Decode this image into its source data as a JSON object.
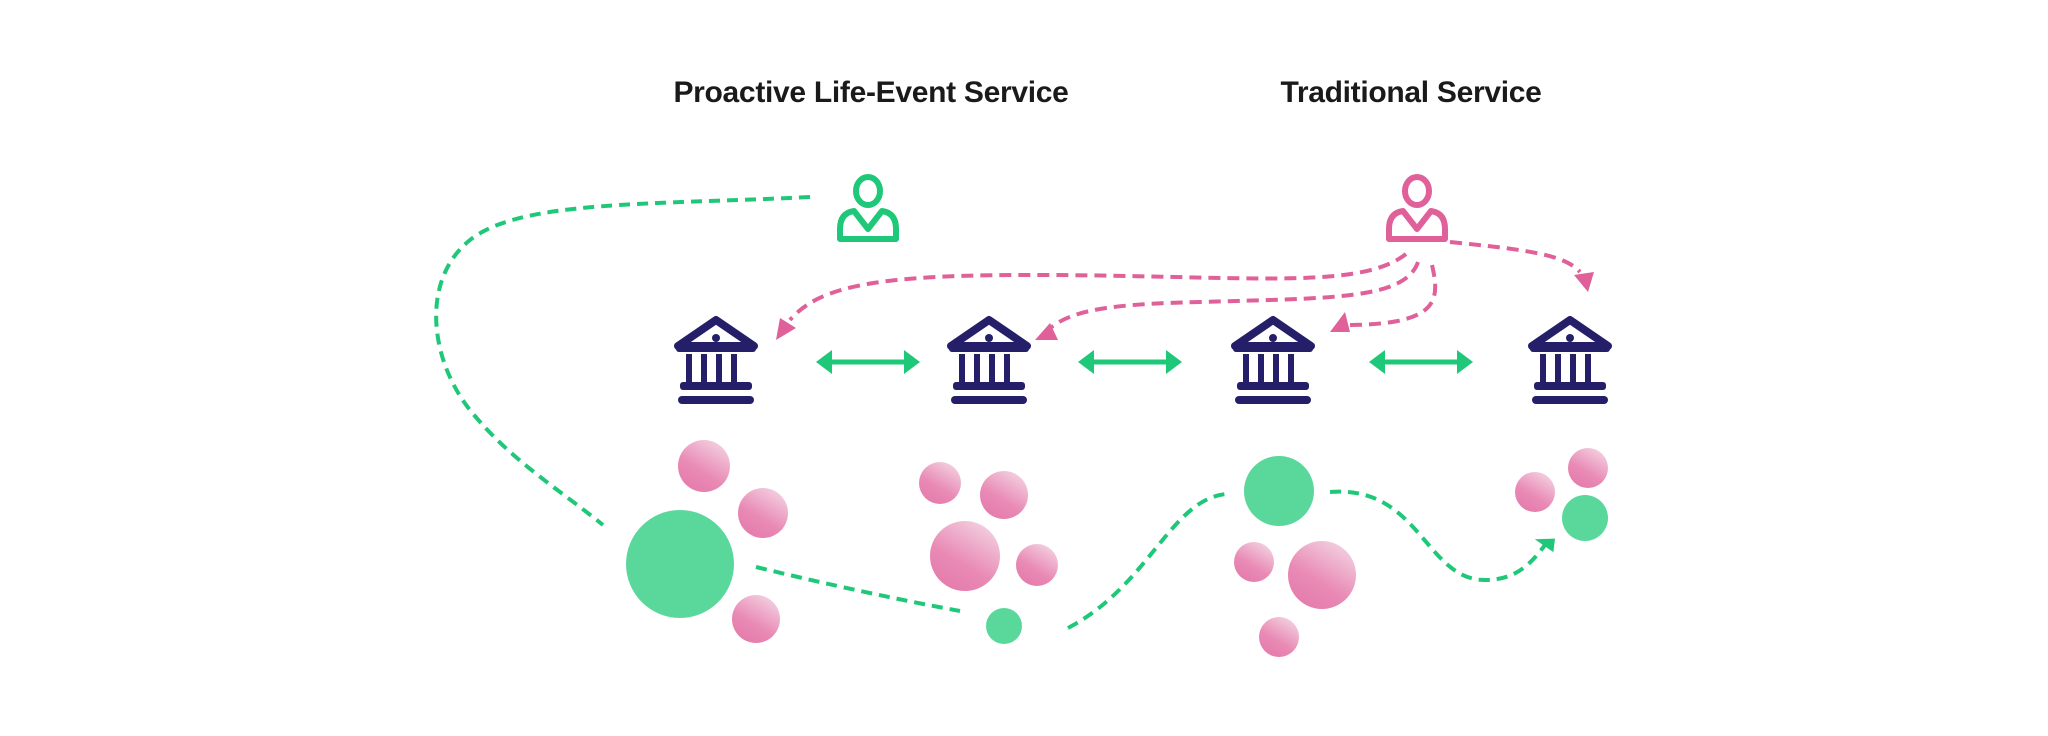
{
  "titles": {
    "proactive": "Proactive Life-Event Service",
    "traditional": "Traditional Service"
  },
  "colors": {
    "green": "#1ec878",
    "green_soft": "#5ad89c",
    "pink": "#e0609a",
    "navy": "#241f68",
    "text": "#1a1a1a"
  },
  "icons": {
    "citizen": "person-icon",
    "institution": "government-building-icon",
    "exchange": "double-arrow-icon",
    "life_event": "circle-node"
  }
}
